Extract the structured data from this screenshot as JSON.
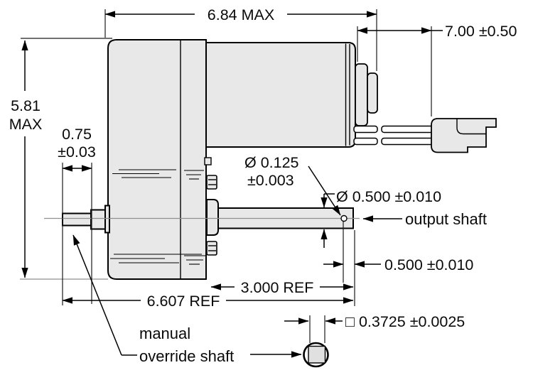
{
  "drawing": {
    "kind": "gearmotor-dimension-drawing",
    "colors": {
      "body_fill": "#e8e8e8",
      "line": "#000000",
      "construction_gray": "#8f8f8f",
      "background": "#ffffff"
    },
    "dims": {
      "overall_length": "6.84 MAX",
      "lead_length": "7.00 ±0.50",
      "overall_height_line1": "5.81",
      "overall_height_line2": "MAX",
      "override_len_line1": "0.75",
      "override_len_line2": "±0.03",
      "hole_dia_line1": "Ø 0.125",
      "hole_dia_line2": "±0.003",
      "shaft_dia": "Ø 0.500 ±0.010",
      "hole_from_end": "0.500 ±0.010",
      "shaft_len_ref": "3.000 REF",
      "body_len_ref": "6.607 REF",
      "square_across_flats": "□ 0.3725 ±0.0025"
    },
    "labels": {
      "output_shaft": "output shaft",
      "override_line1": "manual",
      "override_line2": "override shaft"
    }
  }
}
